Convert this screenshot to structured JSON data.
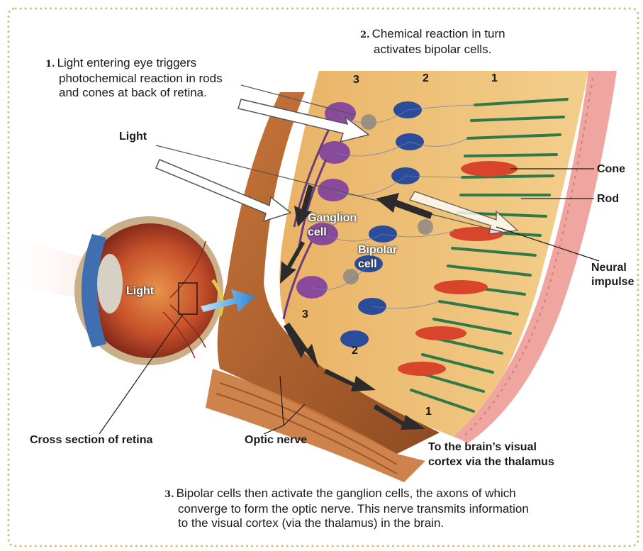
{
  "steps": {
    "step1": {
      "num": "1.",
      "line1": "Light entering eye triggers",
      "line2": "photochemical reaction in rods",
      "line3": "and cones at back of retina."
    },
    "step2": {
      "num": "2.",
      "line1": "Chemical reaction in turn",
      "line2": "activates bipolar cells."
    },
    "step3": {
      "num": "3.",
      "line1": "Bipolar cells then activate the ganglion cells, the axons of which",
      "line2": "converge to form the optic nerve. This nerve transmits information",
      "line3": "to the visual cortex (via the thalamus) in the brain."
    }
  },
  "labels": {
    "light_top": "Light",
    "light_eye": "Light",
    "cone": "Cone",
    "rod": "Rod",
    "neural_impulse_1": "Neural",
    "neural_impulse_2": "impulse",
    "ganglion_1": "Ganglion",
    "ganglion_2": "cell",
    "bipolar_1": "Bipolar",
    "bipolar_2": "cell",
    "cross_section": "Cross section of retina",
    "optic_nerve": "Optic nerve",
    "brain_1": "To the brain’s visual",
    "brain_2": "cortex via the thalamus"
  },
  "layer_numbers": {
    "top3": "3",
    "top2": "2",
    "top1": "1",
    "low3": "3",
    "low2": "2",
    "low1": "1"
  },
  "colors": {
    "border_dots": "#c8c27a",
    "tissue": "#f0c27a",
    "nerve": "#b5652b",
    "ganglion": "#8a4a9c",
    "bipolar": "#2a4c9a",
    "cone": "#d9452a",
    "rod": "#2f7a4a",
    "arrow_blue": "#3a8fd6"
  }
}
